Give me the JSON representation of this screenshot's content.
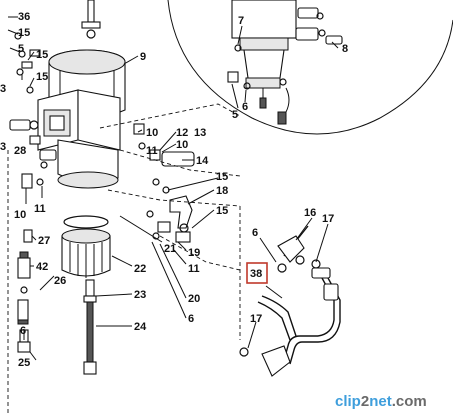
{
  "callouts": {
    "c36": "36",
    "c15a": "15",
    "c5": "5",
    "c15b": "15",
    "c15c": "15",
    "c9": "9",
    "c7": "7",
    "c8": "8",
    "c6a": "6",
    "c5b": "5",
    "c3a": "3",
    "c3b": "3",
    "c28": "28",
    "c10a": "10",
    "c11a": "11",
    "c12": "12",
    "c13": "13",
    "c10b": "10",
    "c14": "14",
    "c15d": "15",
    "c18": "18",
    "c15e": "15",
    "c10c": "10",
    "c11b": "11",
    "c27": "27",
    "c42": "42",
    "c26": "26",
    "c21": "21",
    "c22": "22",
    "c19": "19",
    "c11c": "11",
    "c23": "23",
    "c20": "20",
    "c6b": "6",
    "c24": "24",
    "c6c": "6",
    "c25": "25",
    "c6d": "6",
    "c16": "16",
    "c17a": "17",
    "c38": "38",
    "c17b": "17"
  },
  "highlight": {
    "label": "38",
    "color": "#c0392b"
  },
  "watermark": {
    "part1": "clip",
    "part2": "2",
    "part3": "net",
    "part4": ".com"
  }
}
